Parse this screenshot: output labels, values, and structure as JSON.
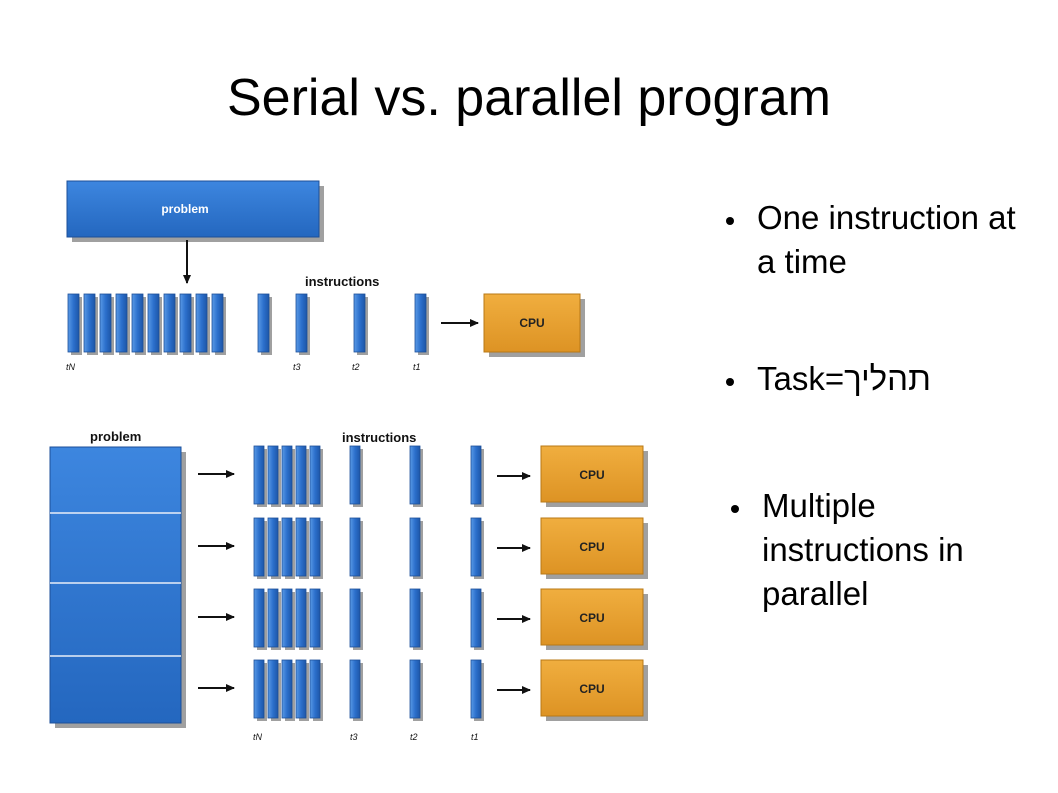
{
  "slide": {
    "title": "Serial vs. parallel program"
  },
  "serial_diagram": {
    "problem_label": "problem",
    "instructions_label": "instructions",
    "cpu_label": "CPU",
    "time_labels": [
      "tN",
      "t3",
      "t2",
      "t1"
    ]
  },
  "parallel_diagram": {
    "problem_label": "problem",
    "instructions_label": "instructions",
    "cpu_labels": [
      "CPU",
      "CPU",
      "CPU",
      "CPU"
    ],
    "time_labels": [
      "tN",
      "t3",
      "t2",
      "t1"
    ]
  },
  "bullets": {
    "serial": [
      "One instruction at a time",
      "Task=תהליך"
    ],
    "parallel": [
      "Multiple instructions in parallel"
    ]
  },
  "colors": {
    "blue": "#2f74cf",
    "blue_dark": "#1c4f98",
    "orange": "#e9a132",
    "orange_dark": "#b87816",
    "shadow": "#9a9a9a"
  }
}
